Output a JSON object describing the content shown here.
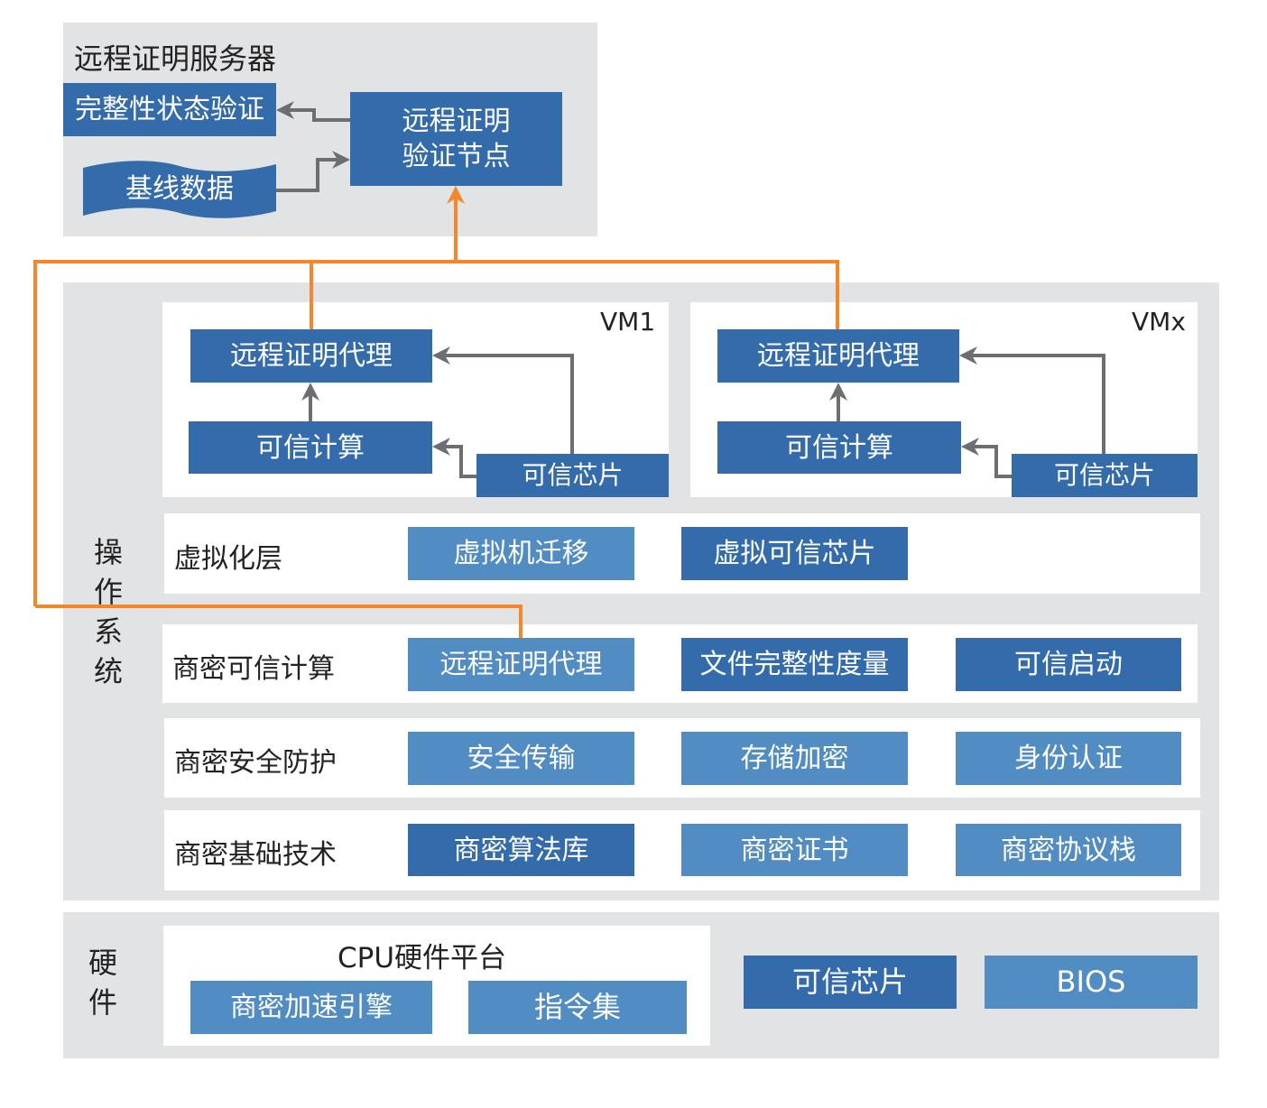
{
  "server": {
    "title": "远程证明服务器",
    "integrity_verify": "完整性状态验证",
    "baseline_data": "基线数据",
    "verify_node_line1": "远程证明",
    "verify_node_line2": "验证节点"
  },
  "os": {
    "side_label": [
      "操",
      "作",
      "系",
      "统"
    ],
    "vms": [
      {
        "name": "VM1",
        "agent": "远程证明代理",
        "trusted_compute": "可信计算",
        "trusted_chip": "可信芯片"
      },
      {
        "name": "VMx",
        "agent": "远程证明代理",
        "trusted_compute": "可信计算",
        "trusted_chip": "可信芯片"
      }
    ],
    "layers": [
      {
        "label": "虚拟化层",
        "items": [
          "虚拟机迁移",
          "虚拟可信芯片"
        ]
      },
      {
        "label": "商密可信计算",
        "items": [
          "远程证明代理",
          "文件完整性度量",
          "可信启动"
        ]
      },
      {
        "label": "商密安全防护",
        "items": [
          "安全传输",
          "存储加密",
          "身份认证"
        ]
      },
      {
        "label": "商密基础技术",
        "items": [
          "商密算法库",
          "商密证书",
          "商密协议栈"
        ]
      }
    ]
  },
  "hardware": {
    "side_label": [
      "硬",
      "件"
    ],
    "cpu_platform": "CPU硬件平台",
    "crypto_engine": "商密加速引擎",
    "instruction_set": "指令集",
    "trusted_chip": "可信芯片",
    "bios": "BIOS"
  },
  "colors": {
    "panel_bg": "#e2e3e5",
    "box_dark": "#336bab",
    "box_light": "#518cc2",
    "attestation_flow": "#f5862a",
    "internal_flow": "#6d6e71"
  }
}
